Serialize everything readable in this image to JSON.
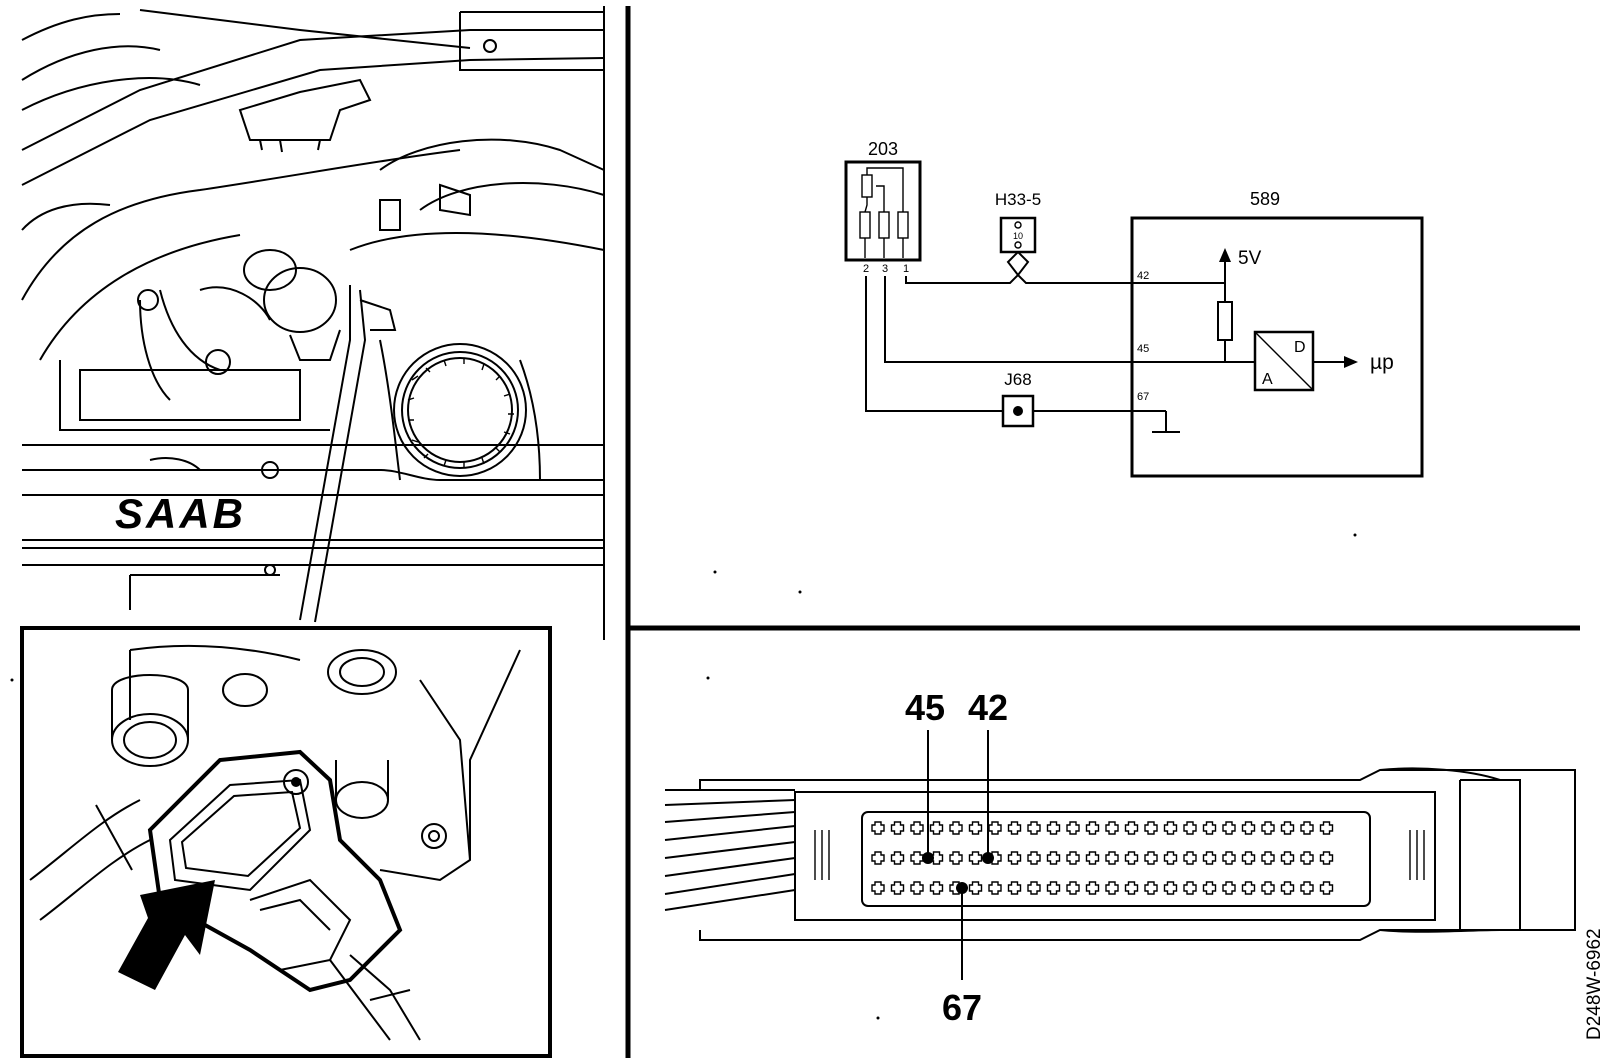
{
  "schematic": {
    "sensor_id": "203",
    "sensor_pins": [
      "2",
      "3",
      "1"
    ],
    "connector_id": "H33-5",
    "connector_pin": "10",
    "ecu_id": "589",
    "ecu_pins": [
      "42",
      "45",
      "67"
    ],
    "supply_voltage": "5V",
    "ground_point_id": "J68",
    "adc_a": "A",
    "adc_d": "D",
    "output_label": "µp"
  },
  "connector_view": {
    "callouts": [
      "45",
      "42",
      "67"
    ]
  },
  "engine_view": {
    "brand_text": "SAAB"
  },
  "figure_id": "D248W-6962"
}
